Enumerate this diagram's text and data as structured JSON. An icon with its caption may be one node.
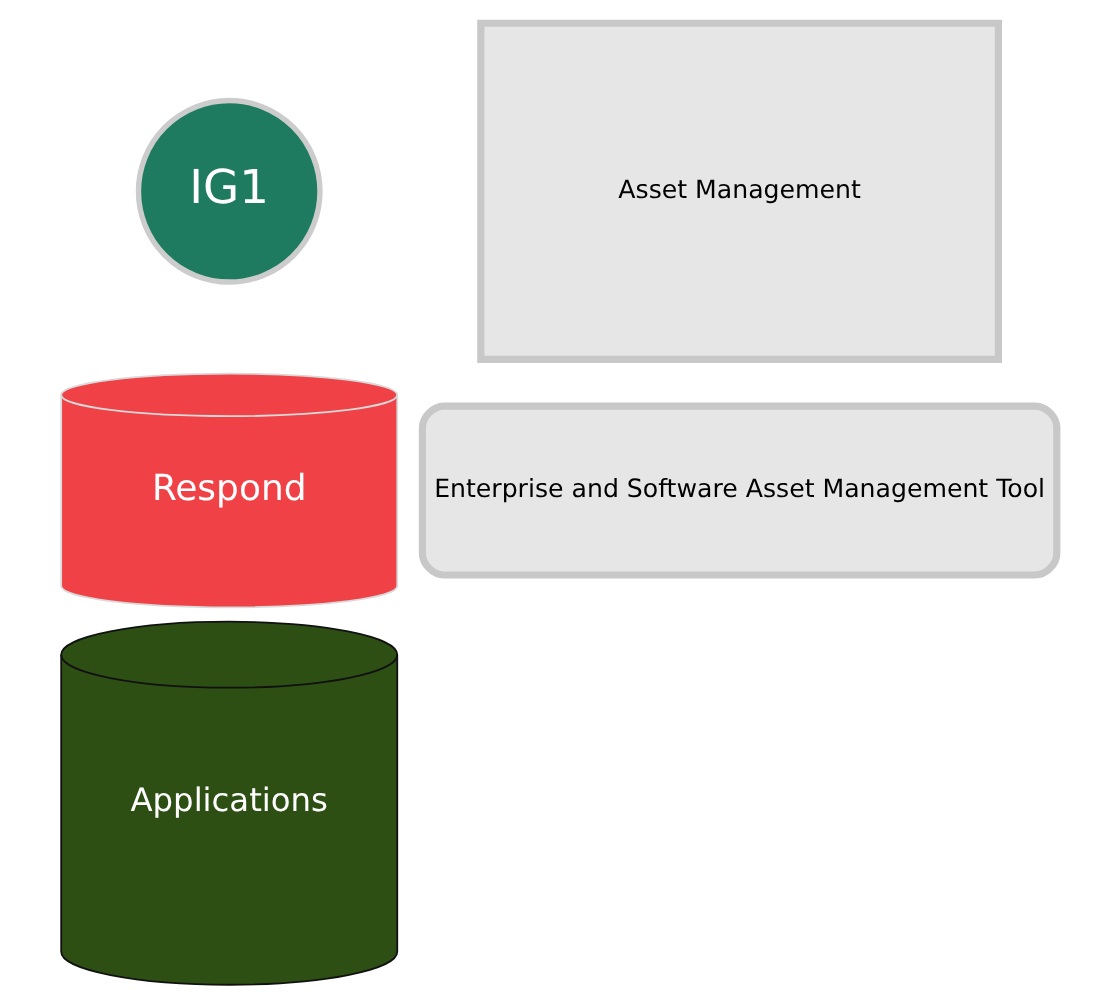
{
  "diagram": {
    "nodes": [
      {
        "text": [
          "IG1"
        ]
      },
      {
        "text": [
          "Asset Management"
        ]
      },
      {
        "text": [
          "Respond"
        ]
      },
      {
        "text": [
          "Enterprise and Software Asset Management Tool"
        ]
      },
      {
        "text": [
          "Applications"
        ]
      }
    ]
  }
}
